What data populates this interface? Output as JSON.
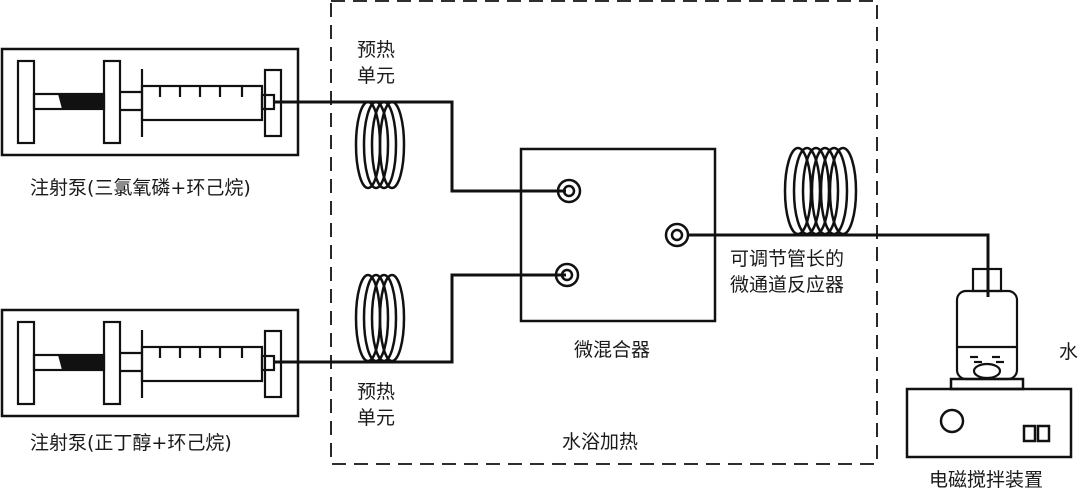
{
  "diagram": {
    "colors": {
      "line": "#111111",
      "background": "#ffffff"
    },
    "labels": {
      "pump_top": "注射泵(三氯氧磷+环己烷)",
      "pump_bottom": "注射泵(正丁醇+环己烷)",
      "preheat_top_line1": "预热",
      "preheat_top_line2": "单元",
      "preheat_bottom_line1": "预热",
      "preheat_bottom_line2": "单元",
      "mixer": "微混合器",
      "reactor_line1": "可调节管长的",
      "reactor_line2": "微通道反应器",
      "water_bath": "水浴加热",
      "water": "水",
      "stirrer": "电磁搅拌装置"
    },
    "components": [
      {
        "id": "syringe-pump-top",
        "label_ref": "pump_top"
      },
      {
        "id": "syringe-pump-bottom",
        "label_ref": "pump_bottom"
      },
      {
        "id": "preheat-coil-top",
        "label_ref": "preheat_top"
      },
      {
        "id": "preheat-coil-bottom",
        "label_ref": "preheat_bottom"
      },
      {
        "id": "micro-mixer",
        "label_ref": "mixer",
        "ports": 3
      },
      {
        "id": "microchannel-reactor-coil",
        "label_ref": "reactor"
      },
      {
        "id": "water-bath",
        "label_ref": "water_bath",
        "style": "dashed"
      },
      {
        "id": "collection-bottle",
        "label_ref": "water"
      },
      {
        "id": "magnetic-stirrer",
        "label_ref": "stirrer"
      }
    ]
  }
}
